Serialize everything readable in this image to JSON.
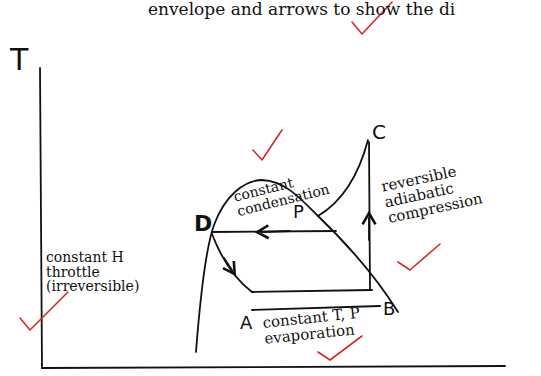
{
  "diagram": {
    "labels": [
      "envelope and arrows to show the di",
      "T",
      "D",
      "P",
      "C",
      "A",
      "B",
      "constant condensation",
      "reversible adiabatic compression",
      "constant H throttle (irreversible)",
      "constant T, P evaporation"
    ]
  }
}
